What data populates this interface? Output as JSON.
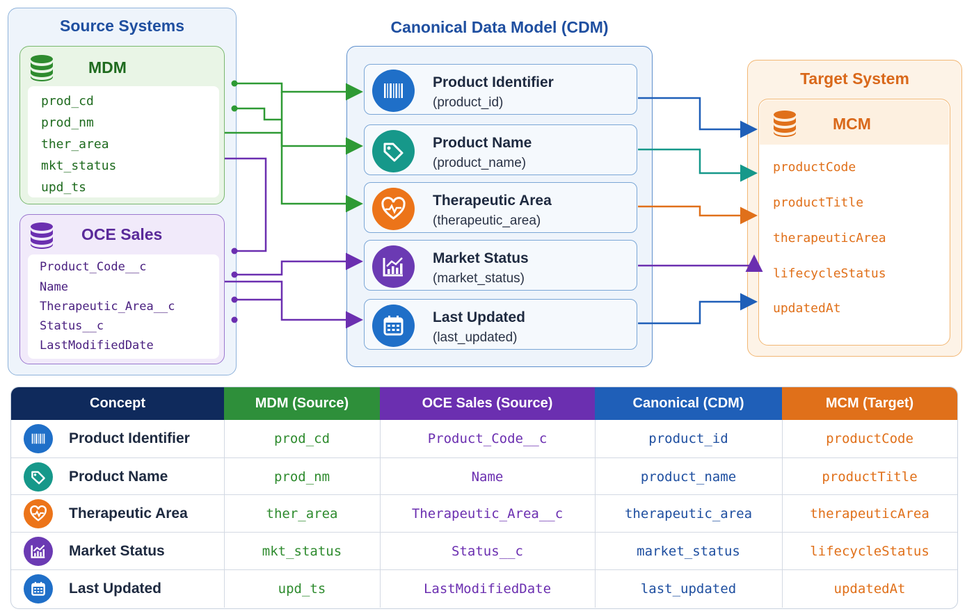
{
  "source": {
    "title": "Source Systems",
    "mdm": {
      "name": "MDM",
      "fields": [
        "prod_cd",
        "prod_nm",
        "ther_area",
        "mkt_status",
        "upd_ts"
      ]
    },
    "oce": {
      "name": "OCE Sales",
      "fields": [
        "Product_Code__c",
        "Name",
        "Therapeutic_Area__c",
        "Status__c",
        "LastModifiedDate"
      ]
    }
  },
  "cdm": {
    "title": "Canonical Data Model (CDM)",
    "items": [
      {
        "name": "Product Identifier",
        "field": "(product_id)",
        "icon": "barcode-icon",
        "color": "#1f6fc8"
      },
      {
        "name": "Product Name",
        "field": "(product_name)",
        "icon": "tag-icon",
        "color": "#16988a"
      },
      {
        "name": "Therapeutic Area",
        "field": "(therapeutic_area)",
        "icon": "heart-pulse-icon",
        "color": "#ec7419"
      },
      {
        "name": "Market Status",
        "field": "(market_status)",
        "icon": "chart-icon",
        "color": "#6b3ab3"
      },
      {
        "name": "Last Updated",
        "field": "(last_updated)",
        "icon": "calendar-icon",
        "color": "#1f6fc8"
      }
    ]
  },
  "target": {
    "title": "Target System",
    "mcm": {
      "name": "MCM",
      "fields": [
        "productCode",
        "productTitle",
        "therapeuticArea",
        "lifecycleStatus",
        "updatedAt"
      ]
    }
  },
  "table": {
    "headers": [
      "Concept",
      "MDM (Source)",
      "OCE Sales (Source)",
      "Canonical (CDM)",
      "MCM (Target)"
    ],
    "rows": [
      {
        "concept": "Product Identifier",
        "mdm": "prod_cd",
        "oce": "Product_Code__c",
        "cdm": "product_id",
        "mcm": "productCode"
      },
      {
        "concept": "Product Name",
        "mdm": "prod_nm",
        "oce": "Name",
        "cdm": "product_name",
        "mcm": "productTitle"
      },
      {
        "concept": "Therapeutic Area",
        "mdm": "ther_area",
        "oce": "Therapeutic_Area__c",
        "cdm": "therapeutic_area",
        "mcm": "therapeuticArea"
      },
      {
        "concept": "Market Status",
        "mdm": "mkt_status",
        "oce": "Status__c",
        "cdm": "market_status",
        "mcm": "lifecycleStatus"
      },
      {
        "concept": "Last Updated",
        "mdm": "upd_ts",
        "oce": "LastModifiedDate",
        "cdm": "last_updated",
        "mcm": "updatedAt"
      }
    ]
  },
  "colors": {
    "mdm": "#2e8b2e",
    "oce": "#6b2fb0",
    "cdm": "#1f5fb8",
    "mcm": "#e0701a",
    "navy": "#0f2a5c"
  }
}
